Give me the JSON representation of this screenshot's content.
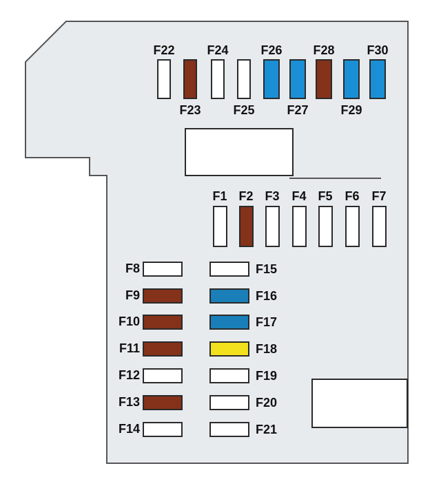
{
  "colors": {
    "panel": "#e8ebee",
    "outline": "#555555",
    "white": "#ffffff",
    "brown": "#84321a",
    "blue": "#1a8fd6",
    "teal_blue": "#1a7fb8",
    "yellow": "#f2e11d"
  },
  "fuses": {
    "F1": {
      "label": "F1",
      "color": "white"
    },
    "F2": {
      "label": "F2",
      "color": "brown"
    },
    "F3": {
      "label": "F3",
      "color": "white"
    },
    "F4": {
      "label": "F4",
      "color": "white"
    },
    "F5": {
      "label": "F5",
      "color": "white"
    },
    "F6": {
      "label": "F6",
      "color": "white"
    },
    "F7": {
      "label": "F7",
      "color": "white"
    },
    "F8": {
      "label": "F8",
      "color": "white"
    },
    "F9": {
      "label": "F9",
      "color": "brown"
    },
    "F10": {
      "label": "F10",
      "color": "brown"
    },
    "F11": {
      "label": "F11",
      "color": "brown"
    },
    "F12": {
      "label": "F12",
      "color": "white"
    },
    "F13": {
      "label": "F13",
      "color": "brown"
    },
    "F14": {
      "label": "F14",
      "color": "white"
    },
    "F15": {
      "label": "F15",
      "color": "white"
    },
    "F16": {
      "label": "F16",
      "color": "teal_blue"
    },
    "F17": {
      "label": "F17",
      "color": "teal_blue"
    },
    "F18": {
      "label": "F18",
      "color": "yellow"
    },
    "F19": {
      "label": "F19",
      "color": "white"
    },
    "F20": {
      "label": "F20",
      "color": "white"
    },
    "F21": {
      "label": "F21",
      "color": "white"
    },
    "F22": {
      "label": "F22",
      "color": "white"
    },
    "F23": {
      "label": "F23",
      "color": "brown"
    },
    "F24": {
      "label": "F24",
      "color": "white"
    },
    "F25": {
      "label": "F25",
      "color": "white"
    },
    "F26": {
      "label": "F26",
      "color": "blue"
    },
    "F27": {
      "label": "F27",
      "color": "blue"
    },
    "F28": {
      "label": "F28",
      "color": "brown"
    },
    "F29": {
      "label": "F29",
      "color": "blue"
    },
    "F30": {
      "label": "F30",
      "color": "blue"
    }
  }
}
